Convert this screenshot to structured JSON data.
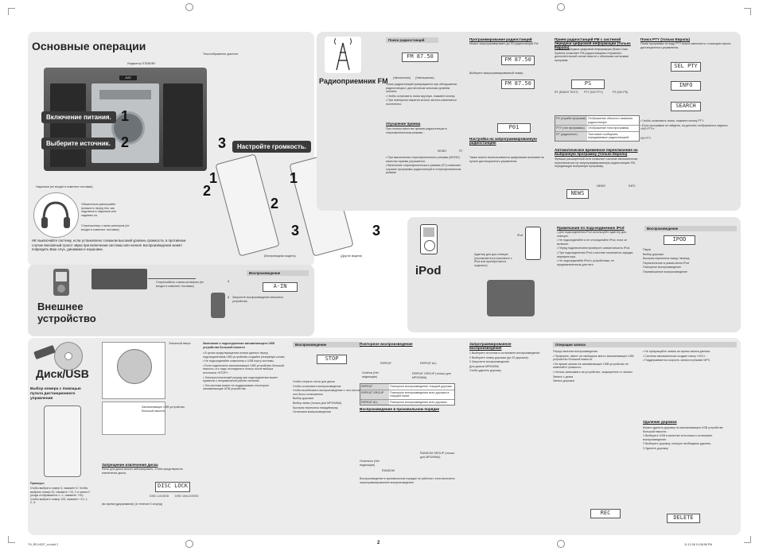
{
  "page": {
    "title": "Основные операции",
    "page_number": "2",
    "footer_left": "TH_RD-N327_xx.indd   2",
    "footer_right": "11.12.06   10:36:56 PM"
  },
  "main_panel": {
    "callouts": {
      "power": "Включение питания.",
      "source": "Выберите источник.",
      "volume": "Настройте громкость."
    },
    "step_numbers": [
      "1",
      "2",
      "3"
    ],
    "labels": {
      "standby": "Индикатор STANDBY",
      "display": "Тексотображение дисплея",
      "headphones": "Наушники (не входят в комплект поставки)",
      "headphone_note": "Обязательно уменьшайте громкость перед тем, как подключать наушники или надевать их.",
      "plug_note": "Стереоштекер с мини-штекером (не входит в комплект поставки)",
      "remote_left": "(Беспроводная модель)",
      "remote_right": "(Другие модели)"
    },
    "warning": "НЕ выключайте систему, если установлено слишком высокий уровень громкости, в противном случае внезапный грохот звука при включении системы или начале воспроизведения может повредить Ваш слух, динамики и наушники."
  },
  "external": {
    "title_line1": "Внешнее",
    "title_line2": "устройство",
    "cable_label": "Стереокабель с мини-штекером (не входит в комплект поставки)",
    "section": "Воспроизведение",
    "step1": "1",
    "step2": "2",
    "screen": "A-IN",
    "step2_text": "Запустите воспроизведение внешнего устройства."
  },
  "fm": {
    "title": "Радиоприемник FM",
    "sections": {
      "search": "Поиск радиостанций",
      "program": "Программирование радиостанций",
      "rds": "Прием радиостанций FM с системой передачи цифровой информации (только Европа)",
      "pty": "Поиск PTY (только Европа)",
      "improve": "Улучшение приема",
      "preset": "Настройка на запрограммированную радиостанцию",
      "auto": "Автоматическое временное переключение на выбранную программу (только Европа)"
    },
    "screens": {
      "fm1": "FM 87.50",
      "fm2": "FM 87.50",
      "fm3": "FM 87.50",
      "rds1": "PS",
      "rds2": "NEWS",
      "preset": "P01",
      "pty1": "SEL PTY",
      "pty2": "INFO",
      "pty3": "SEARCH"
    },
    "labels": {
      "up": "(Увеличение)",
      "down": "(Уменьшение)",
      "lower": "(Уменьшение)",
      "stereo": "ST",
      "mono": "MONO",
      "radio_text": "RT (RADIO TEXT)",
      "pty_code": "PTY (NO PTY)",
      "ps_code": "PS (NO PS)",
      "no_pty": "NO PTY",
      "news": "NEWS",
      "info": "INFO"
    },
    "rds_table": [
      [
        "PS (служба программ)",
        "Отображение обычного названия радиостанции"
      ],
      [
        "PTY (тип программы)",
        "Отображение типа программы"
      ],
      [
        "RT (радиотекст)",
        "Текстовые сообщения, передаваемые радиостанцией"
      ]
    ]
  },
  "ipod": {
    "title": "iPod",
    "label_ipod": "iPod",
    "label_adapter": "Адаптер для док-станции (поставляется в комплекте с iPod или приобретается отдельно)",
    "connect_heading": "Примечания по подсоединению iPod",
    "section": "Воспроизведение",
    "screen": "IPOD",
    "list": [
      "Пауза",
      "Выбор дорожки",
      "Быстрая перемотка назад / вперед",
      "Переключение в режим меню iPod",
      "Повторное воспроизведение",
      "Перемешанное воспроизведение"
    ]
  },
  "disc_usb": {
    "title": "Диск/USB",
    "remote_heading": "Выбор номера с помощью пульта дистанционного управления",
    "examples_heading": "Примеры:",
    "examples_text": "Чтобы выбрать номер 5, нажмите 5. Чтобы выбрать номер 20, нажмите +10, 2 и затем 0 (когда отображается «--», нажмите +10). Чтобы выбрать номер 125, нажмите +10, 1, 2, 5.",
    "disc_label": "Этикеткой вверх",
    "usb_label": "Запоминающее USB устройство большой емкости",
    "lock_heading": "Запрещение извлечения диска",
    "lock_text": "Легко для диска можно заблокировать, чтобы предотвратить извлечение диска.",
    "lock_screen": "DISC LOCK",
    "disc_locked": "DISC LOCKED",
    "disc_unlocked": "DISC UNLOCKED",
    "lock_caption1": "(во время удерживания)",
    "lock_caption2": "(в течение 5 секунд)",
    "usb_heading": "Замечания о подсоединении запоминающего USB устройства большой емкости",
    "sections": {
      "play": "Воспроизведение",
      "repeat": "Повторное воспроизведение",
      "random": "Воспроизведение в произвольном порядке",
      "program": "Запрограммированное воспроизведение",
      "recording": "Операции записи",
      "delete": "Удаление дорожки"
    },
    "repeat_table": [
      [
        "REPEAT",
        "Повторное воспроизведение текущей дорожки"
      ],
      [
        "REPEAT GROUP",
        "Повторное воспроизведение всех дорожек в текущей папке"
      ],
      [
        "REPEAT ALL",
        "Повторное воспроизведение всех дорожек"
      ]
    ],
    "repeat_labels": {
      "repeat": "REPEAT",
      "repeat_all": "REPEAT ALL",
      "repeat_group": "REPEAT GROUP (только для MP3/WMA)",
      "cancel": "Отмена (Нет индикации)"
    },
    "random_labels": {
      "random": "RANDOM",
      "group": "RANDOM GROUP (только для MP3/WMA)",
      "cancel": "Отменено (Нет индикации)"
    },
    "record_screen": "REC",
    "delete_screen": "DELETE",
    "stop_screen": "STOP"
  },
  "icons": {
    "tower": "radio-tower-icon",
    "ipod": "ipod-icon",
    "disc": "disc-icon",
    "usb": "usb-stick-icon",
    "headphones": "headphones-icon",
    "mp3player": "mp3-player-icon"
  },
  "colors": {
    "panel_bg": "#e9e9e9",
    "callout_bg": "#3a3a3a",
    "accent_red": "#c00000"
  }
}
